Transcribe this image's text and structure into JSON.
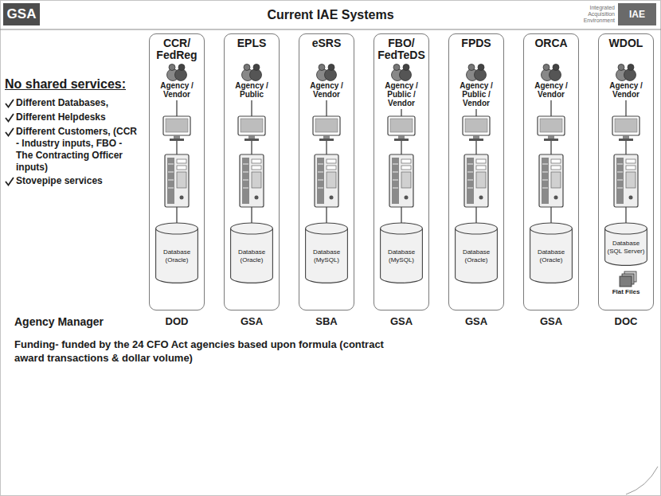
{
  "diagram": {
    "title": "Current IAE Systems",
    "nodes": [
      {
        "text": [
          "CCR/ FedReg"
        ]
      },
      {
        "text": [
          "Agency / Vendor"
        ],
        "in": 0
      },
      {
        "text": [
          "Database (Oracle)"
        ],
        "in": 0
      },
      {
        "text": [
          "EPLS"
        ]
      },
      {
        "text": [
          "Agency / Public"
        ],
        "in": 3
      },
      {
        "text": [
          "Database (Oracle)"
        ],
        "in": 3
      },
      {
        "text": [
          "eSRS"
        ]
      },
      {
        "text": [
          "Agency / Vendor"
        ],
        "in": 6
      },
      {
        "text": [
          "Database (MySQL)"
        ],
        "in": 6
      },
      {
        "text": [
          "FBO/ FedTeDS"
        ]
      },
      {
        "text": [
          "Agency / Public / Vendor"
        ],
        "in": 9
      },
      {
        "text": [
          "Database (MySQL)"
        ],
        "in": 9
      },
      {
        "text": [
          "FPDS"
        ]
      },
      {
        "text": [
          "Agency / Public / Vendor"
        ],
        "in": 12
      },
      {
        "text": [
          "Database (Oracle)"
        ],
        "in": 12
      },
      {
        "text": [
          "ORCA"
        ]
      },
      {
        "text": [
          "Agency / Vendor"
        ],
        "in": 15
      },
      {
        "text": [
          "Database (Oracle)"
        ],
        "in": 15
      },
      {
        "text": [
          "WDOL"
        ]
      },
      {
        "text": [
          "Agency / Vendor"
        ],
        "in": 18
      },
      {
        "text": [
          "Database (SQL Server)"
        ],
        "in": 18
      },
      {
        "text": [
          "Flat Files"
        ],
        "in": 18
      }
    ],
    "edges": [
      {
        "from": 1,
        "to": 2,
        "arrow": "none"
      },
      {
        "from": 4,
        "to": 5,
        "arrow": "none"
      },
      {
        "from": 7,
        "to": 8,
        "arrow": "none"
      },
      {
        "from": 10,
        "to": 11,
        "arrow": "none"
      },
      {
        "from": 13,
        "to": 14,
        "arrow": "none"
      },
      {
        "from": 16,
        "to": 17,
        "arrow": "none"
      },
      {
        "from": 19,
        "to": 20,
        "arrow": "none"
      }
    ],
    "labels": [
      "GSA",
      "Integrated Acquisition Environment",
      "IAE",
      "No shared services:",
      "Different Databases,",
      "Different Helpdesks",
      "Different Customers, (CCR - Industry inputs, FBO - The Contracting Officer inputs)",
      "Stovepipe services",
      "Agency Manager",
      "DOD",
      "GSA",
      "SBA",
      "GSA",
      "GSA",
      "GSA",
      "DOC",
      "Funding- funded by the 24 CFO Act agencies based upon formula (contract award transactions & dollar volume)"
    ]
  }
}
